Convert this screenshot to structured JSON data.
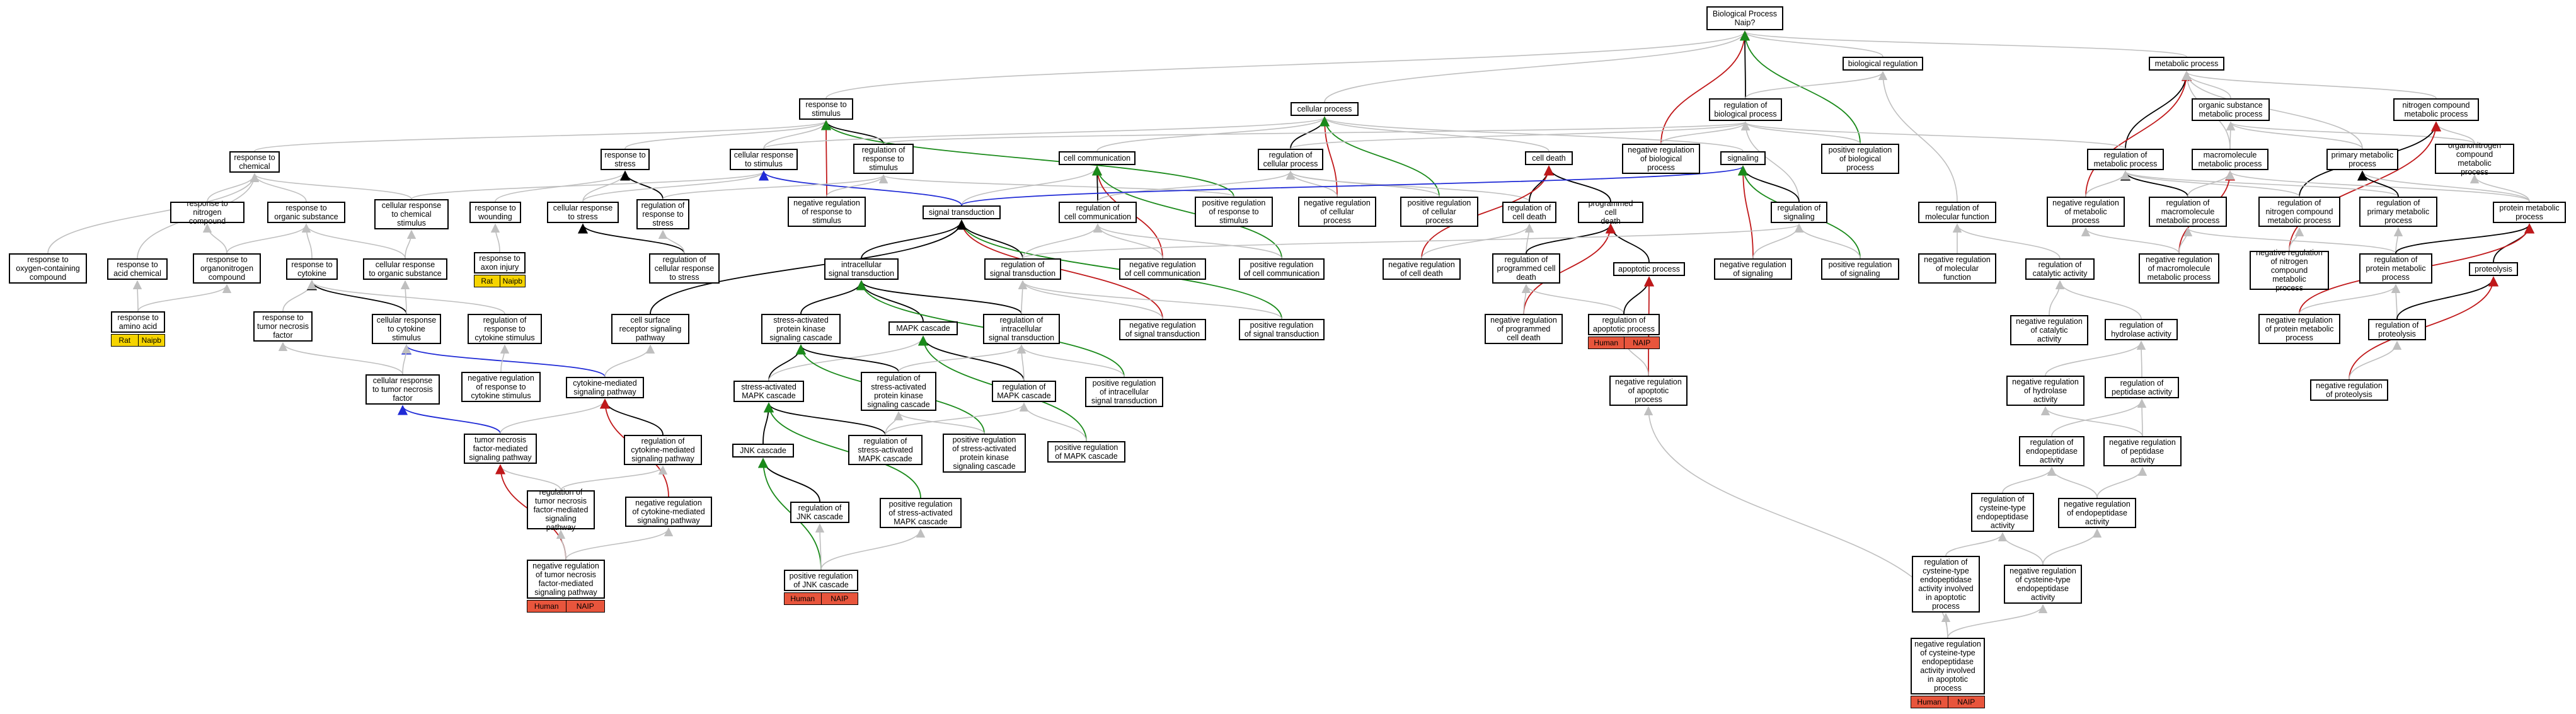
{
  "colors": {
    "default_edge": "#bfbfbf",
    "is_a_edge": "#000000",
    "positive_edge": "#1a8a1a",
    "negative_edge": "#c0181a",
    "regulates_edge": "#1f2ad6",
    "human_badge": "#e8553c",
    "rat_badge": "#f6d400"
  },
  "nodes": {
    "root": "Biological Process\nNaip?",
    "bioreg": "biological regulation",
    "metab": "metabolic process",
    "resp_stim": "response to\nstimulus",
    "cell_proc": "cellular process",
    "reg_bio": "regulation of\nbiological process",
    "org_sub": "organic substance\nmetabolic process",
    "nitro": "nitrogen compound\nmetabolic process",
    "resp_chem": "response to\nchemical",
    "resp_stress": "response to\nstress",
    "cell_resp_stim": "cellular response\nto stimulus",
    "reg_resp_stim": "regulation of\nresponse to\nstimulus",
    "cell_comm": "cell communication",
    "reg_cell_proc": "regulation of\ncellular process",
    "cell_death": "cell death",
    "neg_reg_bio": "negative regulation\nof biological\nprocess",
    "signaling": "signaling",
    "pos_reg_bio": "positive regulation\nof biological\nprocess",
    "reg_metab": "regulation of\nmetabolic process",
    "macro": "macromolecule\nmetabolic process",
    "primary": "primary metabolic\nprocess",
    "organonitro": "organonitrogen\ncompound metabolic\nprocess",
    "resp_nitro": "response to\nnitrogen compound",
    "resp_org_sub": "response to\norganic substance",
    "cell_resp_chem": "cellular response\nto chemical\nstimulus",
    "resp_wound": "response to\nwounding",
    "cell_resp_stress": "cellular response\nto stress",
    "reg_resp_stress": "regulation of\nresponse to\nstress",
    "neg_reg_resp_stim": "negative regulation\nof response to\nstimulus",
    "sig_trans": "signal transduction",
    "reg_cell_comm": "regulation of\ncell communication",
    "pos_reg_resp_stim": "positive regulation\nof response to\nstimulus",
    "neg_reg_cell_proc": "negative regulation\nof cellular\nprocess",
    "pos_reg_cell_proc": "positive regulation\nof cellular\nprocess",
    "reg_cell_death": "regulation of\ncell death",
    "pcd": "programmed cell\ndeath",
    "reg_sig": "regulation of\nsignaling",
    "reg_mol_func": "regulation of\nmolecular function",
    "neg_reg_metab": "negative regulation\nof metabolic\nprocess",
    "reg_macro": "regulation of\nmacromolecule\nmetabolic process",
    "reg_nitro": "regulation of\nnitrogen compound\nmetabolic process",
    "reg_primary": "regulation of\nprimary metabolic\nprocess",
    "protein_metab": "protein metabolic\nprocess",
    "resp_oxy": "response to\noxygen-containing\ncompound",
    "resp_acid": "response to\nacid chemical",
    "resp_organonitro": "response to\norganonitrogen\ncompound",
    "resp_cytokine": "response to\ncytokine",
    "cell_resp_org": "cellular response\nto organic substance",
    "resp_axon": "response to\naxon injury",
    "reg_cell_resp_stress": "regulation of\ncellular response\nto stress",
    "intra_sig": "intracellular\nsignal transduction",
    "reg_sig_trans": "regulation of\nsignal transduction",
    "neg_reg_cell_comm": "negative regulation\nof cell communication",
    "pos_reg_cell_comm": "positive regulation\nof cell communication",
    "neg_reg_cell_death": "negative regulation\nof cell death",
    "reg_pcd": "regulation of\nprogrammed cell\ndeath",
    "apop": "apoptotic process",
    "neg_reg_sig": "negative regulation\nof signaling",
    "pos_reg_sig": "positive regulation\nof signaling",
    "neg_reg_mol": "negative regulation\nof molecular\nfunction",
    "reg_cat": "regulation of\ncatalytic activity",
    "neg_reg_macro": "negative regulation\nof macromolecule\nmetabolic process",
    "neg_reg_nitro": "negative regulation\nof nitrogen\ncompound metabolic\nprocess",
    "reg_protein_metab": "regulation of\nprotein metabolic\nprocess",
    "proteolysis": "proteolysis",
    "resp_amino": "response to\namino acid",
    "resp_tnf": "response to\ntumor necrosis\nfactor",
    "cell_resp_cyto": "cellular response\nto cytokine\nstimulus",
    "reg_resp_cyto": "regulation of\nresponse to\ncytokine stimulus",
    "cell_surface": "cell surface\nreceptor signaling\npathway",
    "sapk": "stress-activated\nprotein kinase\nsignaling cascade",
    "mapk": "MAPK cascade",
    "reg_intra_sig": "regulation of\nintracellular\nsignal transduction",
    "neg_reg_sig_trans": "negative regulation\nof signal transduction",
    "pos_reg_sig_trans": "positive regulation\nof signal transduction",
    "neg_reg_pcd": "negative regulation\nof programmed\ncell death",
    "reg_apop": "regulation of\napoptotic process",
    "neg_reg_cat": "negative regulation\nof catalytic\nactivity",
    "reg_hydro": "regulation of\nhydrolase activity",
    "neg_reg_protein_metab": "negative regulation\nof protein metabolic\nprocess",
    "reg_proteolysis": "regulation of\nproteolysis",
    "cell_resp_tnf": "cellular response\nto tumor necrosis\nfactor",
    "neg_reg_resp_cyto": "negative regulation\nof response to\ncytokine stimulus",
    "cyto_path": "cytokine-mediated\nsignaling pathway",
    "sa_mapk": "stress-activated\nMAPK cascade",
    "reg_sapk": "regulation of\nstress-activated\nprotein kinase\nsignaling cascade",
    "reg_mapk": "regulation of\nMAPK cascade",
    "pos_reg_intra": "positive regulation\nof intracellular\nsignal transduction",
    "neg_reg_apop": "negative regulation\nof apoptotic\nprocess",
    "neg_reg_hydro": "negative regulation\nof hydrolase\nactivity",
    "reg_pept": "regulation of\npeptidase activity",
    "neg_reg_proteolysis": "negative regulation\nof proteolysis",
    "tnf_path": "tumor necrosis\nfactor-mediated\nsignaling pathway",
    "reg_cyto_path": "regulation of\ncytokine-mediated\nsignaling pathway",
    "jnk": "JNK cascade",
    "reg_sa_mapk": "regulation of\nstress-activated\nMAPK cascade",
    "pos_reg_sapk": "positive regulation\nof stress-activated\nprotein kinase\nsignaling cascade",
    "pos_reg_mapk": "positive regulation\nof MAPK cascade",
    "reg_endopept": "regulation of\nendopeptidase\nactivity",
    "neg_reg_pept": "negative regulation\nof peptidase\nactivity",
    "reg_tnf_path": "regulation of\ntumor necrosis\nfactor-mediated\nsignaling pathway",
    "neg_reg_cyto_path": "negative regulation\nof cytokine-mediated\nsignaling pathway",
    "reg_jnk": "regulation of\nJNK cascade",
    "pos_reg_sa_mapk": "positive regulation\nof stress-activated\nMAPK cascade",
    "reg_cys": "regulation of\ncysteine-type\nendopeptidase\nactivity",
    "neg_reg_endopept": "negative regulation\nof endopeptidase\nactivity",
    "neg_reg_tnf_path": "negative regulation\nof tumor necrosis\nfactor-mediated\nsignaling pathway",
    "pos_reg_jnk": "positive regulation\nof JNK cascade",
    "reg_cys_apop": "regulation of\ncysteine-type\nendopeptidase\nactivity involved\nin apoptotic\nprocess",
    "neg_reg_cys": "negative regulation\nof cysteine-type\nendopeptidase\nactivity",
    "neg_reg_cys_apop": "negative regulation\nof cysteine-type\nendopeptidase\nactivity involved\nin apoptotic\nprocess"
  },
  "badges": {
    "human": "Human",
    "naip": "NAIP",
    "rat": "Rat",
    "naipp": "Naipb"
  }
}
